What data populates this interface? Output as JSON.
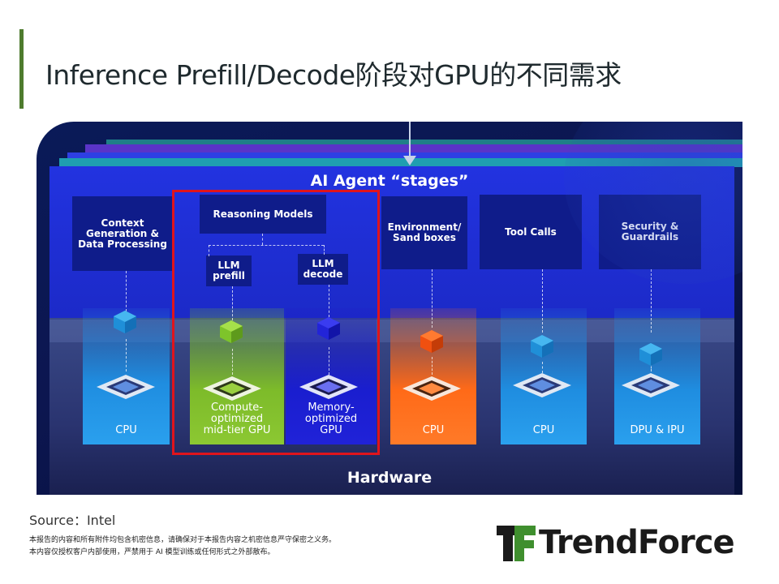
{
  "title": "Inference Prefill/Decode阶段对GPU的不同需求",
  "diagram": {
    "stages_title": "AI Agent “stages”",
    "hardware_title": "Hardware",
    "stages": {
      "context": "Context Generation & Data Processing",
      "reasoning": "Reasoning Models",
      "llm_prefill": "LLM prefill",
      "llm_decode": "LLM decode",
      "environment": "Environment/ Sand boxes",
      "tool_calls": "Tool Calls",
      "security": "Security & Guardrails"
    },
    "hardware": {
      "cpu1": "CPU",
      "compute_gpu": "Compute-optimized mid-tier GPU",
      "memory_gpu": "Memory-optimized GPU",
      "cpu2": "CPU",
      "cpu3": "CPU",
      "dpu_ipu": "DPU & IPU"
    },
    "colors": {
      "stages_panel": "#1f2fd8",
      "stage_box": "#0f1c8a",
      "compute_gpu": "#7dbb2a",
      "memory_gpu": "#1a1ecf",
      "cpu_orange": "#ff6a18",
      "cpu_blue": "#1f8de0",
      "highlight": "#e0141c"
    }
  },
  "source": "Source：Intel",
  "disclaimer": [
    "本报告的内容和所有附件均包含机密信息，请确保对于本报告内容之机密信息严守保密之义务。",
    "本内容仅授权客户内部使用，严禁用于 AI 模型训练或任何形式之外部散布。"
  ],
  "logo": "TrendForce"
}
